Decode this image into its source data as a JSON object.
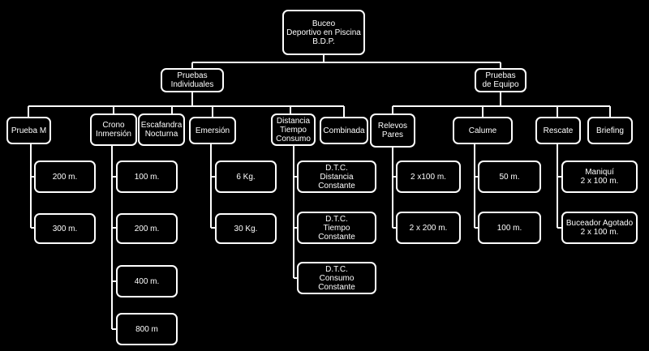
{
  "diagram": {
    "root": {
      "label": "Buceo\nDeportivo en Piscina\nB.D.P."
    },
    "groups": {
      "individual": {
        "label": "Pruebas\nIndividuales"
      },
      "team": {
        "label": "Pruebas\nde Equipo"
      }
    },
    "categories": {
      "prueba_m": {
        "label": "Prueba M"
      },
      "crono": {
        "label": "Crono\nInmersión"
      },
      "escafandra": {
        "label": "Escafandra\nNocturna"
      },
      "emersion": {
        "label": "Emersión"
      },
      "distancia": {
        "label": "Distancia\nTiempo\nConsumo"
      },
      "combinada": {
        "label": "Combinada"
      },
      "relevos": {
        "label": "Relevos\nPares"
      },
      "calume": {
        "label": "Calume"
      },
      "rescate": {
        "label": "Rescate"
      },
      "briefing": {
        "label": "Briefing"
      }
    },
    "options": {
      "prueba_m": [
        "200 m.",
        "300 m."
      ],
      "crono": [
        "100 m.",
        "200 m.",
        "400 m.",
        "800 m"
      ],
      "emersion": [
        "6 Kg.",
        "30 Kg."
      ],
      "dtc": [
        "D.T.C.\nDistancia\nConstante",
        "D.T.C.\nTiempo\nConstante",
        "D.T.C.\nConsumo\nConstante"
      ],
      "relevos": [
        "2 x100 m.",
        "2 x 200 m."
      ],
      "calume": [
        "50 m.",
        "100 m."
      ],
      "rescate": [
        "Maniquí\n2 x 100 m.",
        "Buceador Agotado\n2 x 100 m."
      ]
    }
  }
}
